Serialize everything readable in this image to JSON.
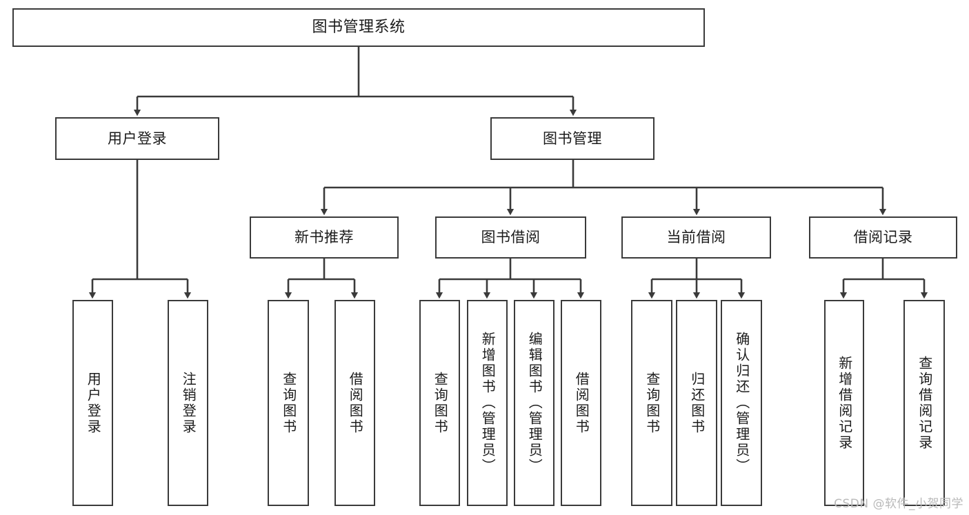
{
  "diagram": {
    "title": "图书管理系统",
    "type": "hierarchical-tree",
    "watermark": "CSDN @软件_小贺同学",
    "colors": {
      "border": "#3a3a3a",
      "text": "#1b1b1b",
      "background": "#ffffff",
      "watermark": "#b9b9b9"
    },
    "levels": {
      "root": {
        "label": "图书管理系统"
      },
      "level2": [
        {
          "label": "用户登录"
        },
        {
          "label": "图书管理"
        }
      ],
      "level3": [
        {
          "label": "新书推荐"
        },
        {
          "label": "图书借阅"
        },
        {
          "label": "当前借阅"
        },
        {
          "label": "借阅记录"
        }
      ],
      "leaves": [
        {
          "label": "用户登录",
          "parent": "用户登录"
        },
        {
          "label": "注销登录",
          "parent": "用户登录"
        },
        {
          "label": "查询图书",
          "parent": "新书推荐"
        },
        {
          "label": "借阅图书",
          "parent": "新书推荐"
        },
        {
          "label": "查询图书",
          "parent": "图书借阅"
        },
        {
          "label": "新增图书（管理员）",
          "parent": "图书借阅"
        },
        {
          "label": "编辑图书（管理员）",
          "parent": "图书借阅"
        },
        {
          "label": "借阅图书",
          "parent": "图书借阅"
        },
        {
          "label": "查询图书",
          "parent": "当前借阅"
        },
        {
          "label": "归还图书",
          "parent": "当前借阅"
        },
        {
          "label": "确认归还（管理员）",
          "parent": "当前借阅"
        },
        {
          "label": "新增借阅记录",
          "parent": "借阅记录"
        },
        {
          "label": "查询借阅记录",
          "parent": "借阅记录"
        }
      ]
    }
  }
}
